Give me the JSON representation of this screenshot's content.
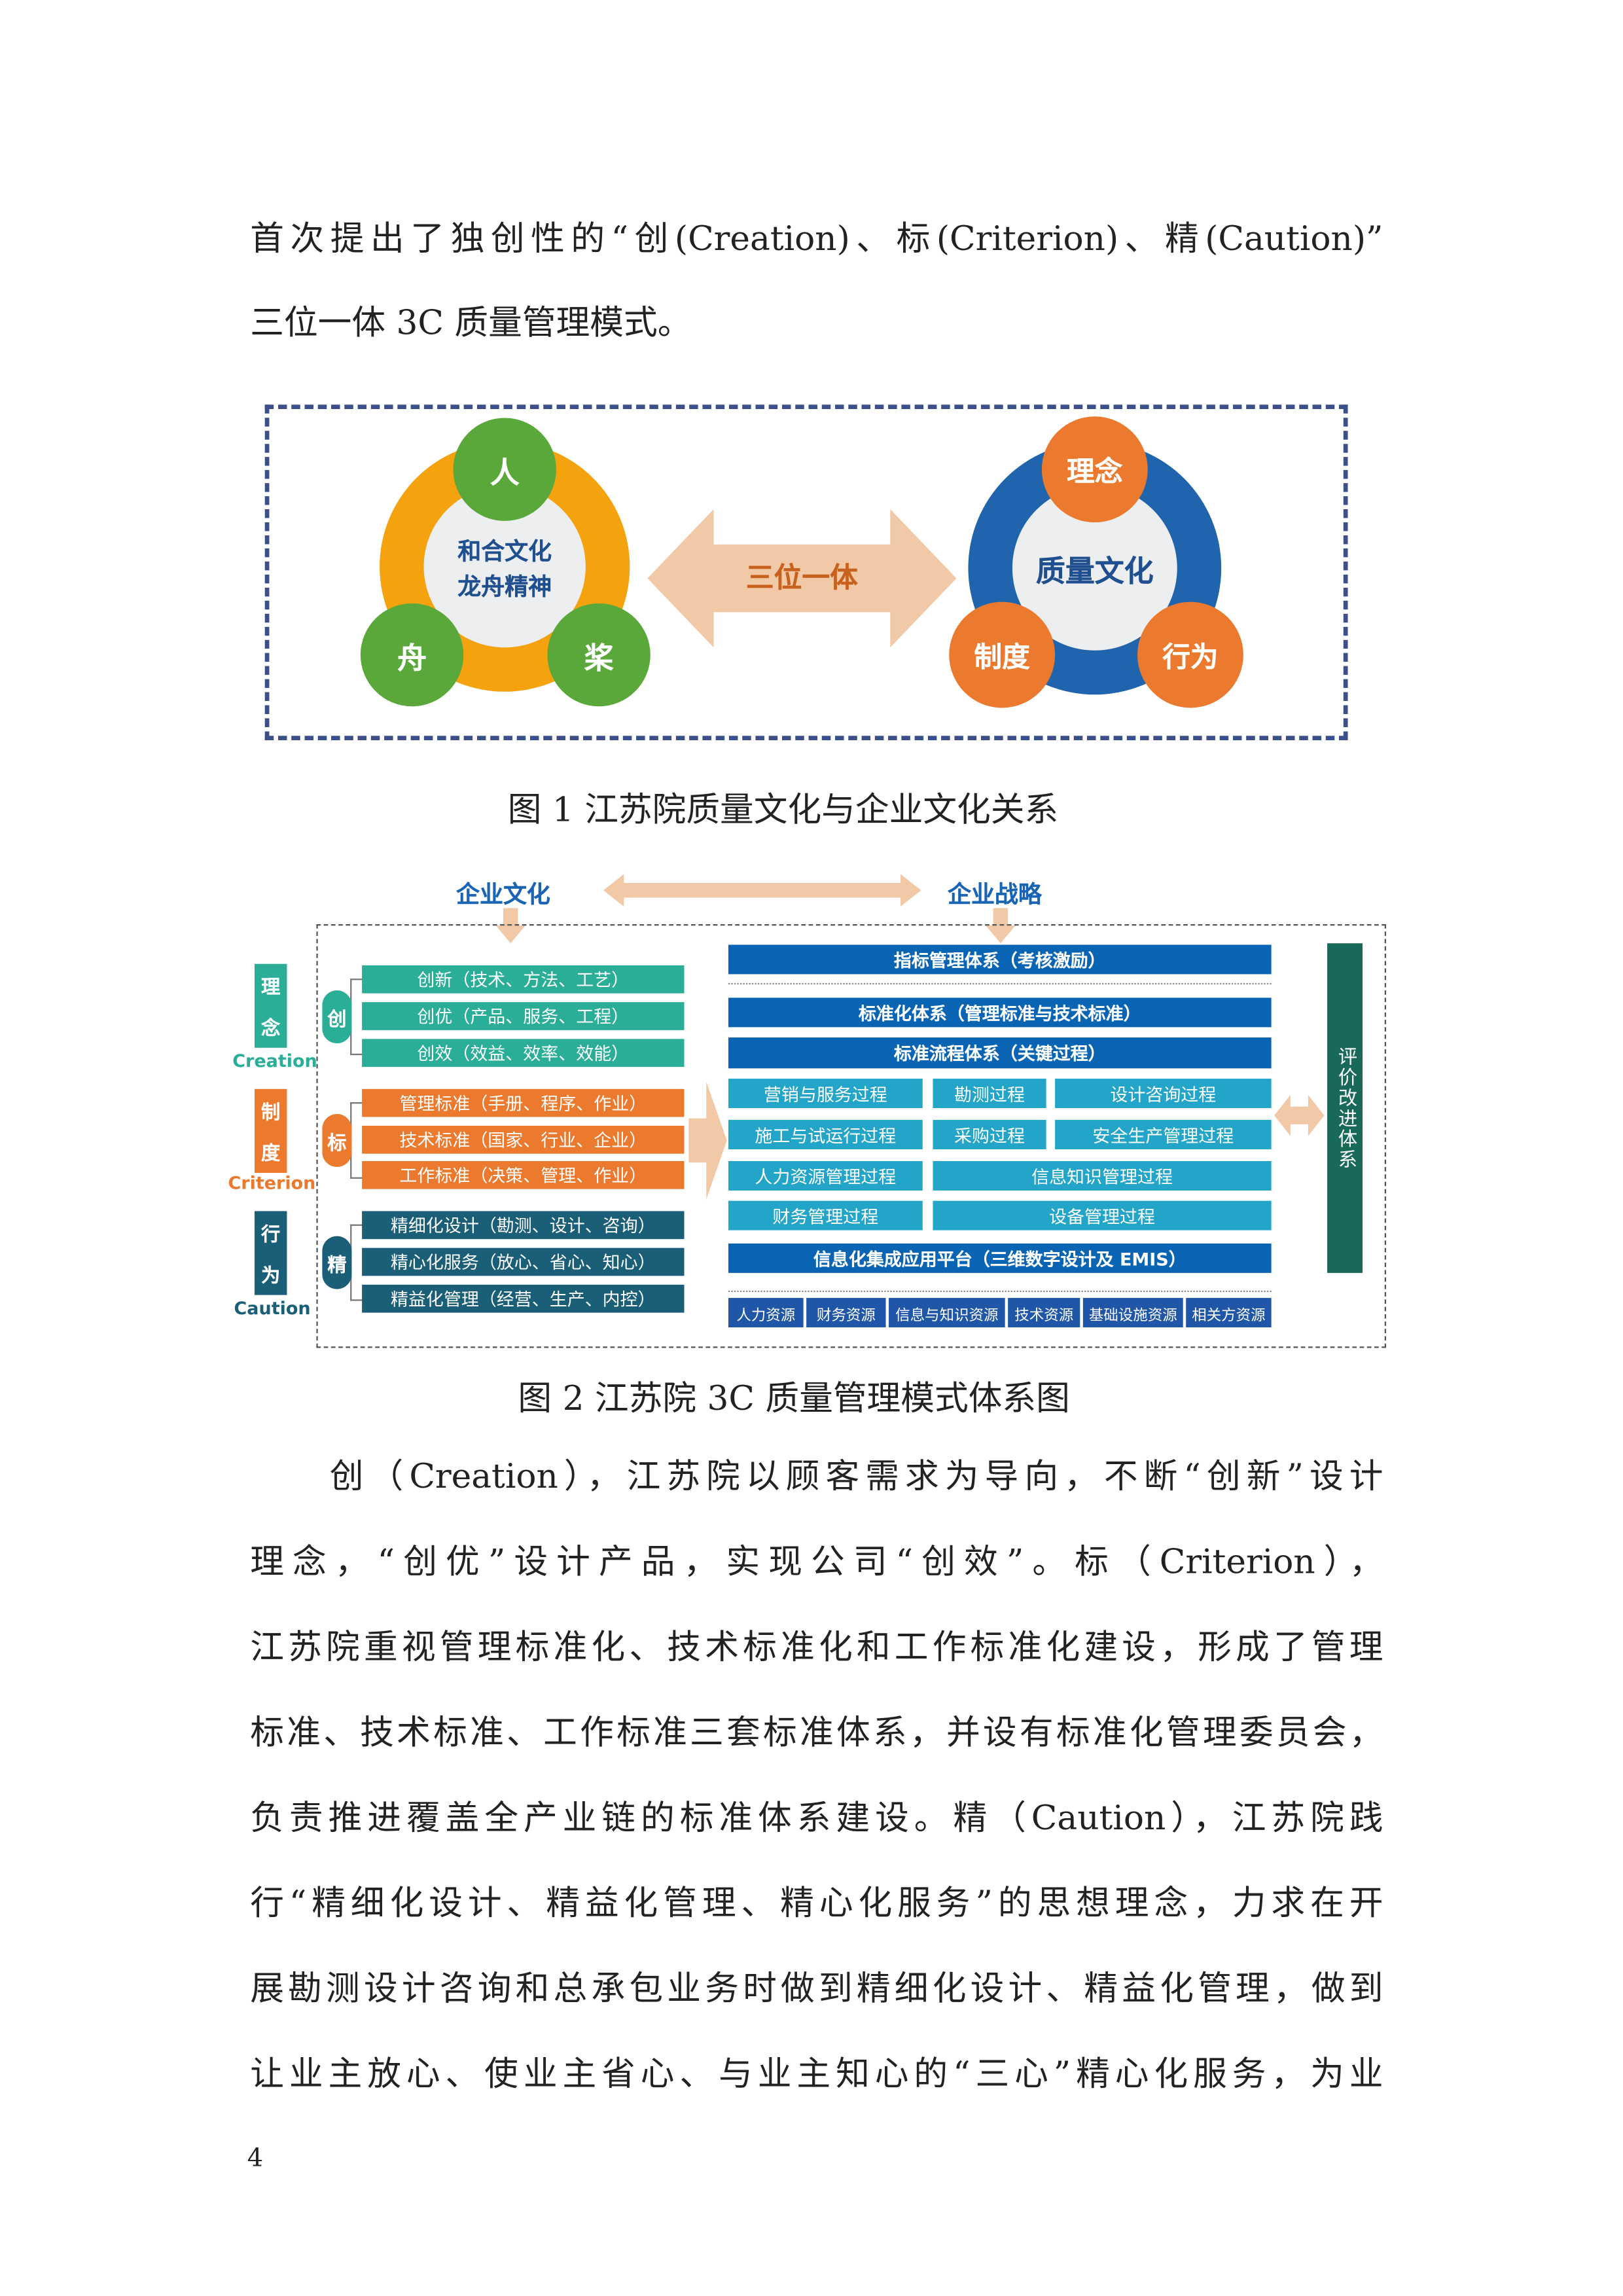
{
  "intro_lines": [
    "首次提出了独创性的“创(Creation)、标(Criterion)、精(Caution)”",
    "三位一体 3C 质量管理模式。"
  ],
  "fig1": {
    "left_center": [
      "和合文化",
      "龙舟精神"
    ],
    "left_nodes": [
      "人",
      "舟",
      "桨"
    ],
    "arrow_label": "三位一体",
    "right_center": "质量文化",
    "right_nodes": [
      "理念",
      "制度",
      "行为"
    ],
    "caption": "图 1  江苏院质量文化与企业文化关系"
  },
  "fig2": {
    "culture": "企业文化",
    "strategy": "企业战略",
    "groups": [
      {
        "label": [
          "理",
          "念"
        ],
        "en": "Creation",
        "key": "创",
        "items": [
          "创新（技术、方法、工艺）",
          "创优（产品、服务、工程）",
          "创效（效益、效率、效能）"
        ],
        "color": "#2aae98"
      },
      {
        "label": [
          "制",
          "度"
        ],
        "en": "Criterion",
        "key": "标",
        "items": [
          "管理标准（手册、程序、作业）",
          "技术标准（国家、行业、企业）",
          "工作标准（决策、管理、作业）"
        ],
        "color": "#ec7a2e"
      },
      {
        "label": [
          "行",
          "为"
        ],
        "en": "Caution",
        "key": "精",
        "items": [
          "精细化设计（勘测、设计、咨询）",
          "精心化服务（放心、省心、知心）",
          "精益化管理（经营、生产、内控）"
        ],
        "color": "#1b5e78"
      }
    ],
    "index_system": "指标管理体系（考核激励）",
    "std_system": "标准化体系（管理标准与技术标准）",
    "process_system": "标准流程体系（关键过程）",
    "processes": [
      "营销与服务过程",
      "勘测过程",
      "设计咨询过程",
      "施工与试运行过程",
      "采购过程",
      "安全生产管理过程",
      "人力资源管理过程",
      "信息知识管理过程",
      "财务管理过程",
      "设备管理过程"
    ],
    "platform": "信息化集成应用平台（三维数字设计及 EMIS）",
    "resources": [
      "人力资源",
      "财务资源",
      "信息与知识资源",
      "技术资源",
      "基础设施资源",
      "相关方资源"
    ],
    "eval": "评价改进体系",
    "caption": "图 2  江苏院 3C 质量管理模式体系图"
  },
  "body_lines": [
    "　　创（Creation），江苏院以顾客需求为导向，不断“创新”设计",
    "理念，“创优”设计产品，实现公司“创效”。标（Criterion），",
    "江苏院重视管理标准化、技术标准化和工作标准化建设，形成了管理",
    "标准、技术标准、工作标准三套标准体系，并设有标准化管理委员会，",
    "负责推进覆盖全产业链的标准体系建设。精（Caution），江苏院践",
    "行“精细化设计、精益化管理、精心化服务”的思想理念，力求在开",
    "展勘测设计咨询和总承包业务时做到精细化设计、精益化管理，做到",
    "让业主放心、使业主省心、与业主知心的“三心”精心化服务，为业"
  ],
  "page_number": "4",
  "colors": {
    "blue": "#0a64b4",
    "light_blue": "#22a5c8",
    "green": "#5aa83a",
    "orange": "#ec7a2e",
    "eval": "#18695a",
    "arrow": "#f2c9a6"
  }
}
